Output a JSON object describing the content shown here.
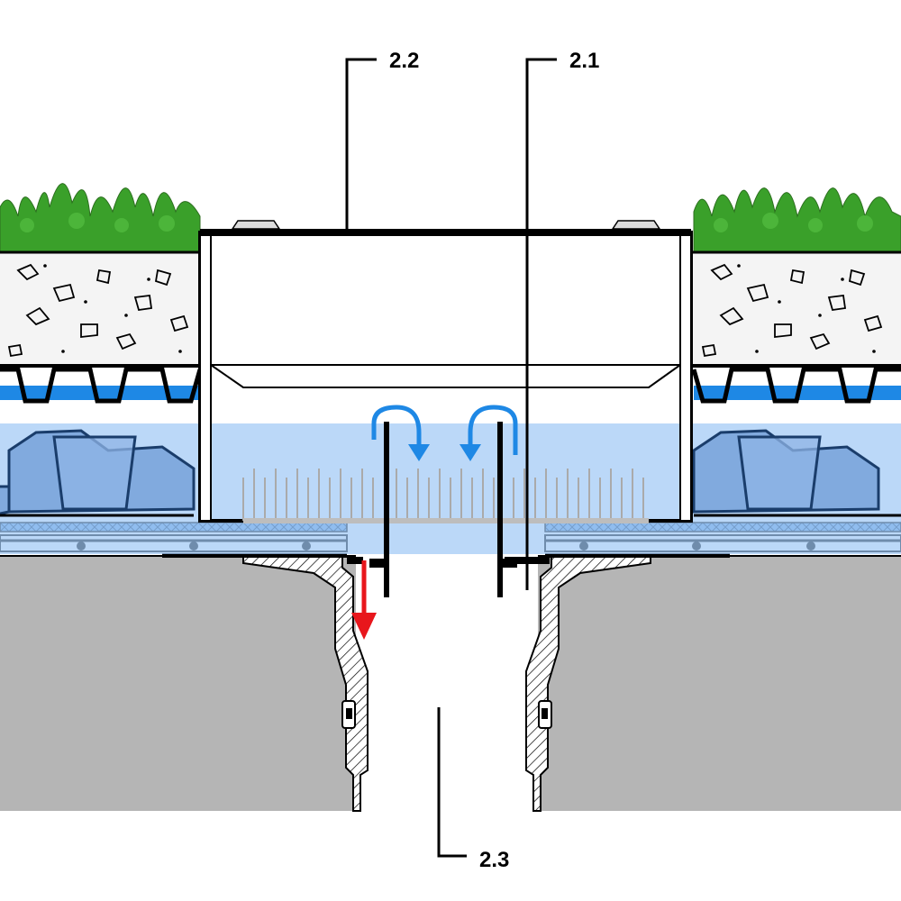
{
  "callouts": {
    "c22": "2.2",
    "c21": "2.1",
    "c23": "2.3"
  },
  "colors": {
    "vegetation": "#3aa02a",
    "substrate": "#ededed",
    "water": "#1e88e5",
    "retention_zone": "#9ec7f5",
    "flow_arrow": "#1e88e5",
    "outflow_arrow": "#e8161c",
    "concrete": "#b5b5b5",
    "outline": "#000000"
  },
  "icons": {
    "overflow_left": "curved-arrow-down-icon",
    "overflow_right": "curved-arrow-down-icon",
    "outflow": "arrow-down-icon"
  }
}
